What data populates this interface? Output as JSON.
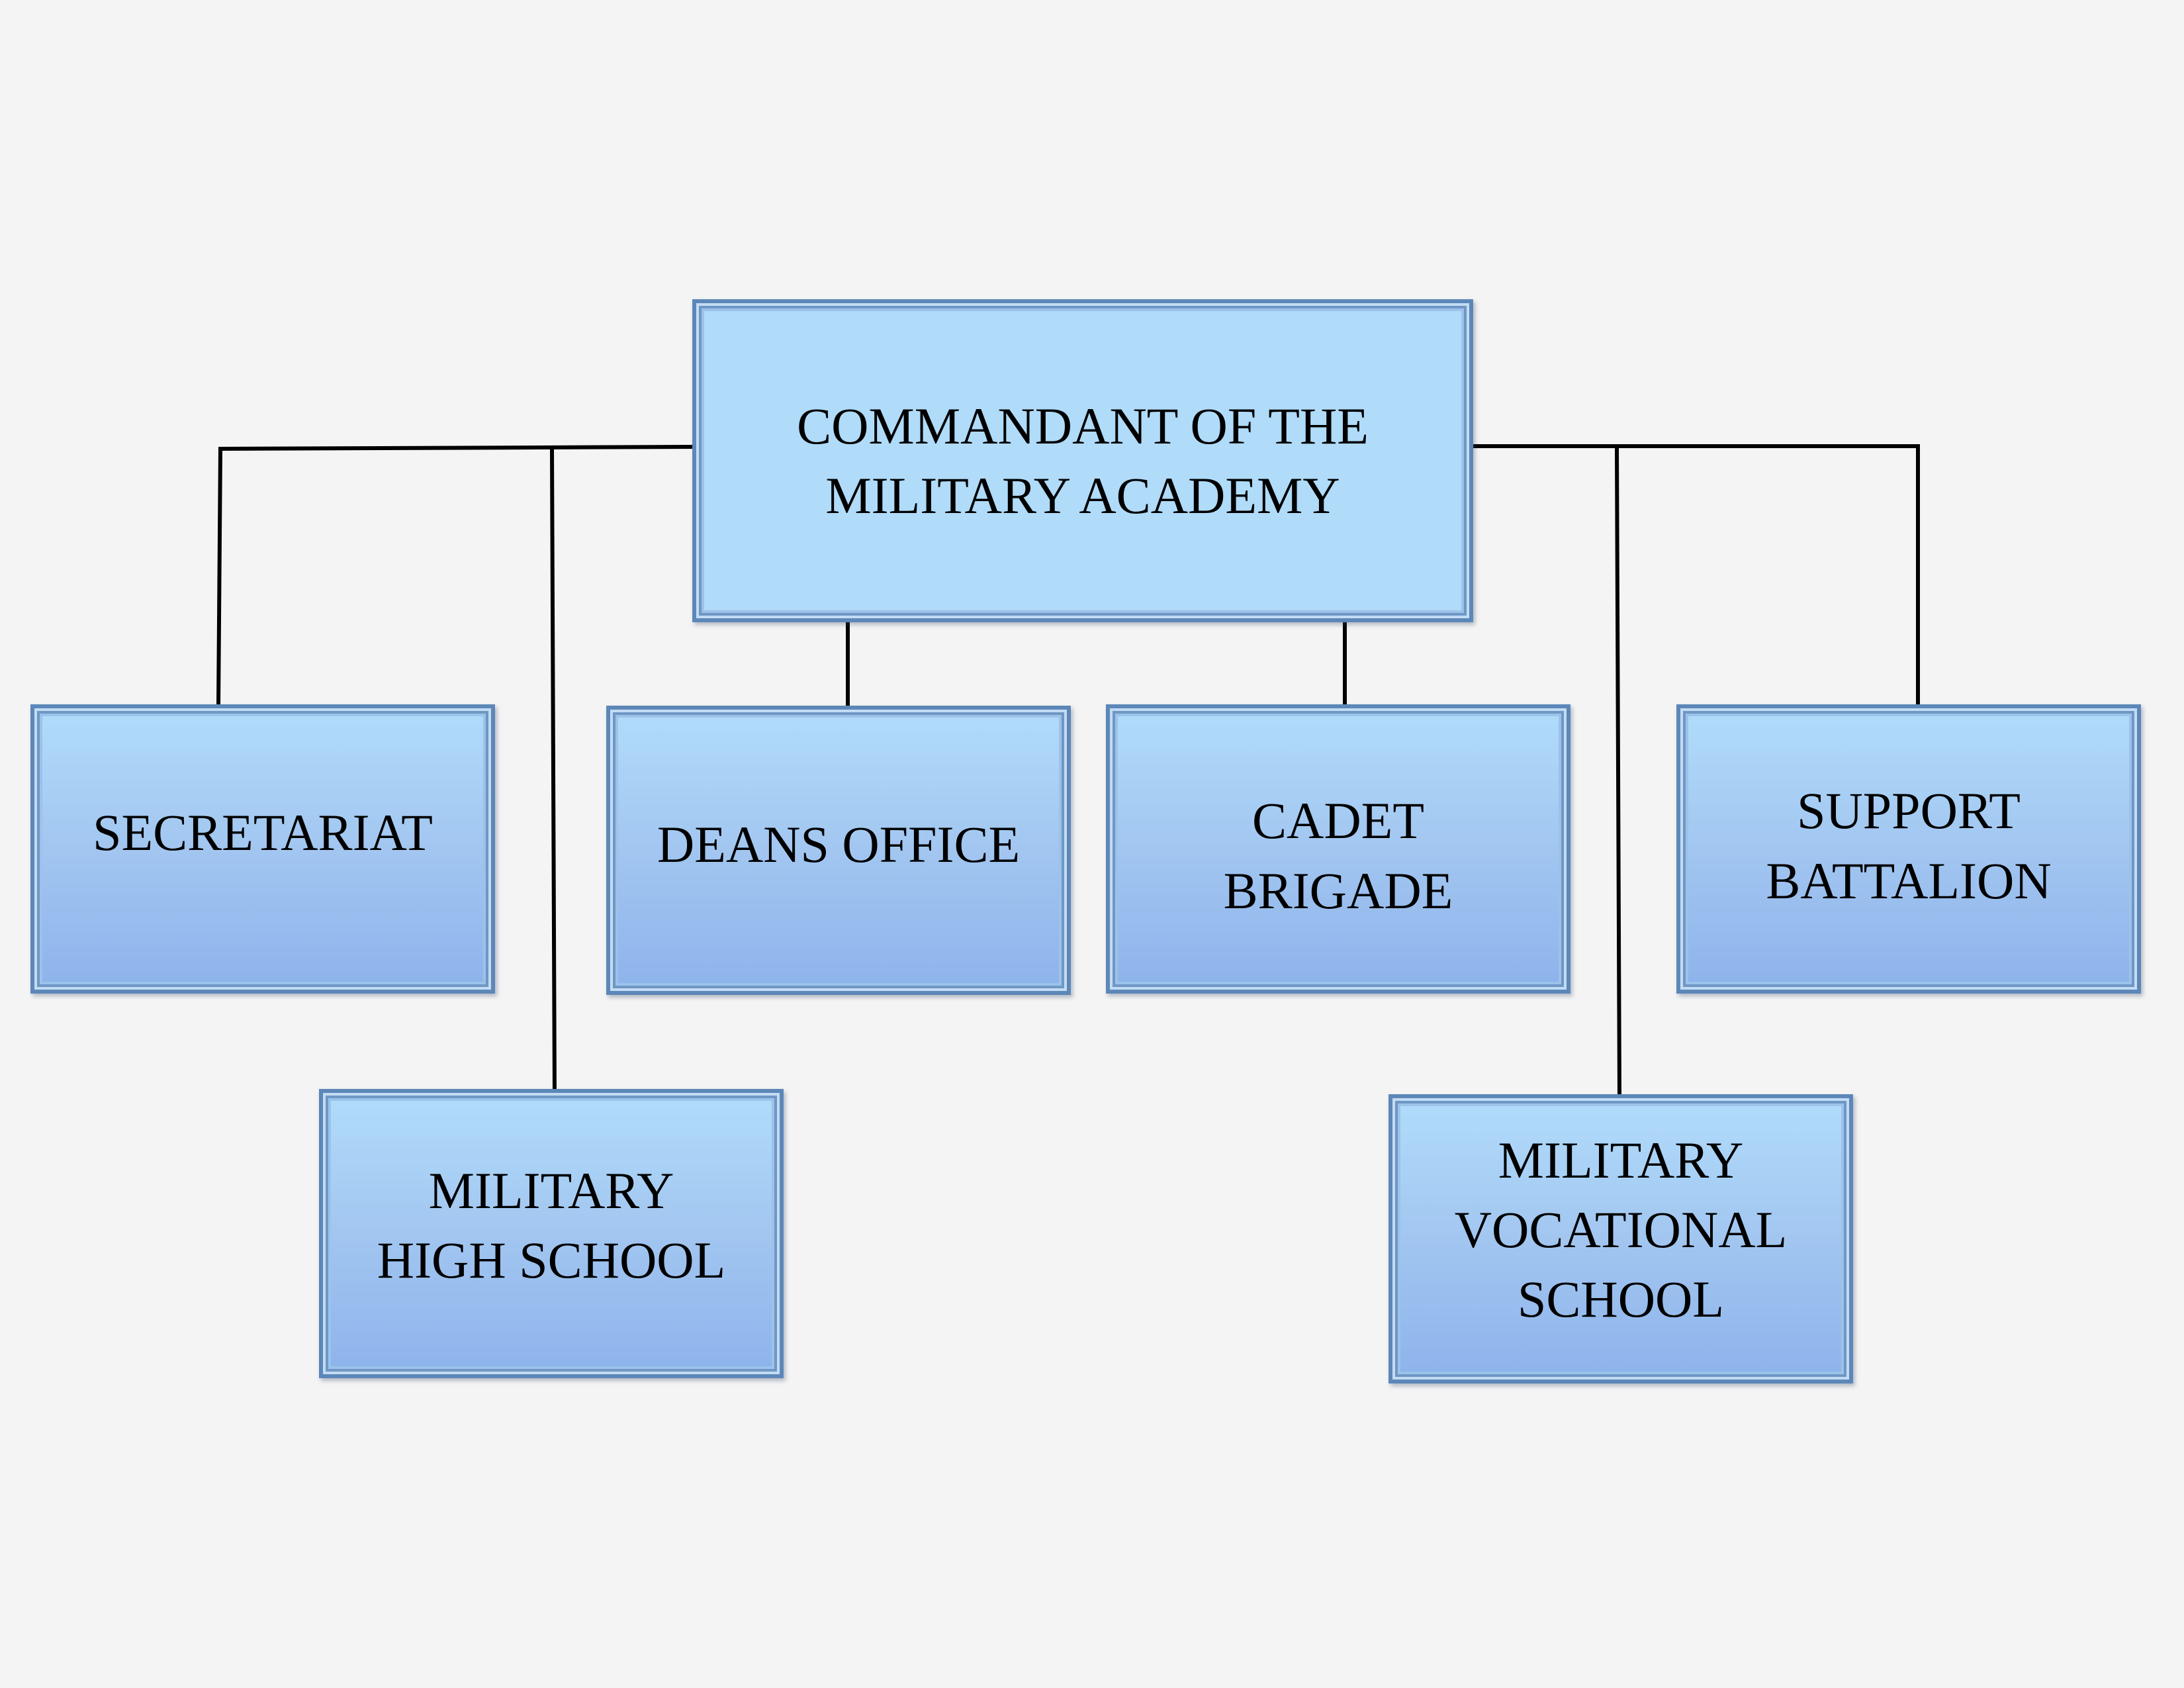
{
  "org_chart": {
    "root": {
      "label": "COMMANDANT OF THE\nMILITARY ACADEMY"
    },
    "units": [
      {
        "id": "secretariat",
        "label": "SECRETARIAT"
      },
      {
        "id": "high-school",
        "label": "MILITARY\nHIGH SCHOOL"
      },
      {
        "id": "deans-office",
        "label": "DEANS OFFICE"
      },
      {
        "id": "cadet-brigade",
        "label": "CADET\nBRIGADE"
      },
      {
        "id": "vocational-school",
        "label": "MILITARY\nVOCATIONAL\nSCHOOL"
      },
      {
        "id": "support-battalion",
        "label": "SUPPORT\nBATTALION"
      }
    ]
  },
  "colors": {
    "background": "#f4f4f4",
    "box_fill_top": "#b1dcfb",
    "box_fill_bottom": "#8db3ec",
    "box_border": "#5c87b8",
    "connector": "#000000",
    "text": "#000000"
  }
}
